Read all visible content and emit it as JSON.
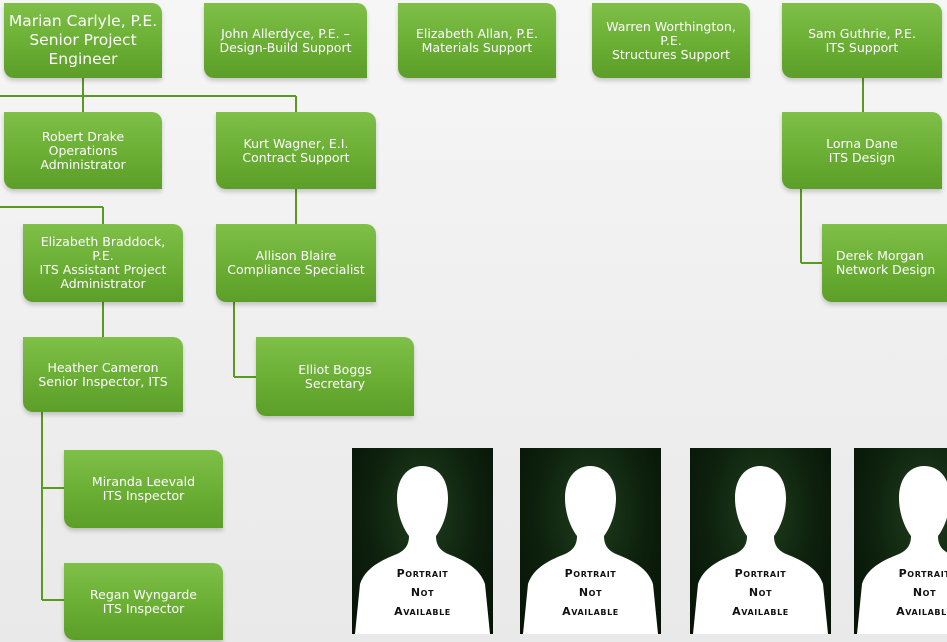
{
  "org_chart": {
    "nodes": [
      {
        "id": "marian",
        "lines": [
          "Marian Carlyle, P.E.",
          "Senior Project",
          "Engineer"
        ]
      },
      {
        "id": "allerdyce",
        "lines": [
          "John Allerdyce, P.E. –",
          "Design-Build Support"
        ]
      },
      {
        "id": "allan",
        "lines": [
          "Elizabeth Allan, P.E.",
          "Materials Support"
        ]
      },
      {
        "id": "worthington",
        "lines": [
          "Warren Worthington,",
          "P.E.",
          "Structures Support"
        ]
      },
      {
        "id": "guthrie",
        "lines": [
          "Sam Guthrie, P.E.",
          "ITS Support"
        ]
      },
      {
        "id": "drake",
        "lines": [
          "Robert Drake",
          "Operations",
          "Administrator"
        ]
      },
      {
        "id": "wagner",
        "lines": [
          "Kurt Wagner, E.I.",
          "Contract Support"
        ]
      },
      {
        "id": "dane",
        "lines": [
          "Lorna Dane",
          "ITS Design"
        ]
      },
      {
        "id": "braddock",
        "lines": [
          "Elizabeth Braddock,",
          "P.E.",
          "ITS Assistant Project",
          "Administrator"
        ]
      },
      {
        "id": "blaire",
        "lines": [
          "Allison Blaire",
          "Compliance Specialist"
        ]
      },
      {
        "id": "morgan",
        "lines": [
          "Derek Morgan",
          "Network Design"
        ]
      },
      {
        "id": "boggs",
        "lines": [
          "Elliot Boggs",
          "Secretary"
        ]
      },
      {
        "id": "cameron",
        "lines": [
          "Heather Cameron",
          "Senior Inspector, ITS"
        ]
      },
      {
        "id": "leevald",
        "lines": [
          "Miranda Leevald",
          "ITS Inspector"
        ]
      },
      {
        "id": "wyngarde",
        "lines": [
          "Regan Wyngarde",
          "ITS Inspector"
        ]
      }
    ],
    "connector_color": "#5a9a20",
    "box_color": "#6aae34"
  },
  "portraits": [
    {
      "lines": [
        "Portrait",
        "Not",
        "Available"
      ]
    },
    {
      "lines": [
        "Portrait",
        "Not",
        "Available"
      ]
    },
    {
      "lines": [
        "Portrait",
        "Not",
        "Available"
      ]
    },
    {
      "lines": [
        "Portrait",
        "Not",
        "Available"
      ]
    }
  ]
}
